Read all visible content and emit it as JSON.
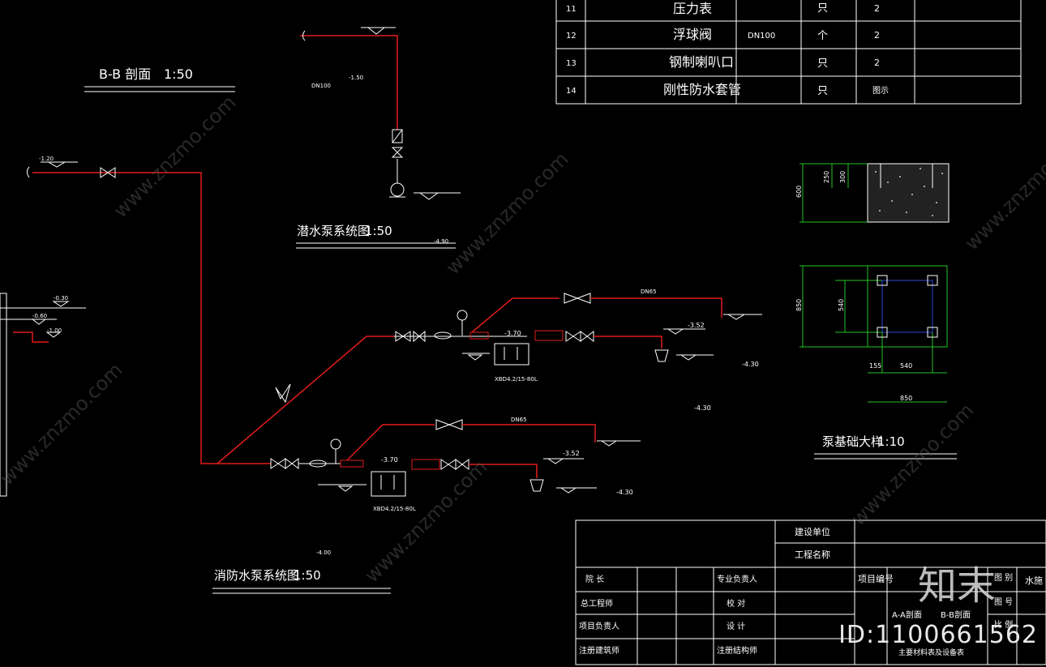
{
  "materials_table": {
    "rows": [
      {
        "no": "11",
        "name": "压力表",
        "spec": "",
        "unit": "只",
        "qty": "2"
      },
      {
        "no": "12",
        "name": "浮球阀",
        "spec": "DN100",
        "unit": "个",
        "qty": "2"
      },
      {
        "no": "13",
        "name": "钢制喇叭口",
        "spec": "",
        "unit": "只",
        "qty": "2"
      },
      {
        "no": "14",
        "name": "刚性防水套管",
        "spec": "",
        "unit": "只",
        "qty": "图示"
      }
    ]
  },
  "section_bb": {
    "title": "B-B 剖面",
    "scale": "1:50"
  },
  "submersible": {
    "title": "潜水泵系统图",
    "scale": "1:50",
    "pipe": "DN100",
    "elev_top": "-1.50",
    "elev_bottom": "-4.90"
  },
  "fire_pump": {
    "title": "消防水泵系统图",
    "scale": "1:50",
    "elev_120": "-1.20",
    "elev_030": "-0.30",
    "elev_060": "-0.60",
    "elev_100": "-1.00",
    "pump_model": "XBD4.2/15-80L",
    "pipe_dn65": "DN65",
    "elev_370": "-3.70",
    "elev_352": "-3.52",
    "elev_430": "-4.30",
    "elev_400": "-4.00"
  },
  "foundation": {
    "title": "泵基础大样",
    "scale": "1:10",
    "dims": {
      "d600": "600",
      "d250": "250",
      "d300": "300",
      "d850v": "850",
      "d540v": "540",
      "d155": "155",
      "d540h": "540",
      "d850h": "850"
    }
  },
  "title_block": {
    "build_unit": "建设单位",
    "project_name": "工程名称",
    "project_no": "项目编号",
    "drawing": "图 别",
    "drawing_no": "图 号",
    "scale": "比 例",
    "discipline": "水施",
    "roles": [
      "院 长",
      "总工程师",
      "项目负责人",
      "注册建筑师"
    ],
    "roles2": [
      "专业负责人",
      "校 对",
      "设 计",
      "注册结构师"
    ],
    "sheet_titles": [
      "A-A剖面",
      "B-B剖面"
    ],
    "sheet_list": "主要材料表及设备表"
  },
  "watermark": {
    "site": "www.znzmo.com",
    "brand": "知末",
    "id": "ID:1100661562"
  }
}
